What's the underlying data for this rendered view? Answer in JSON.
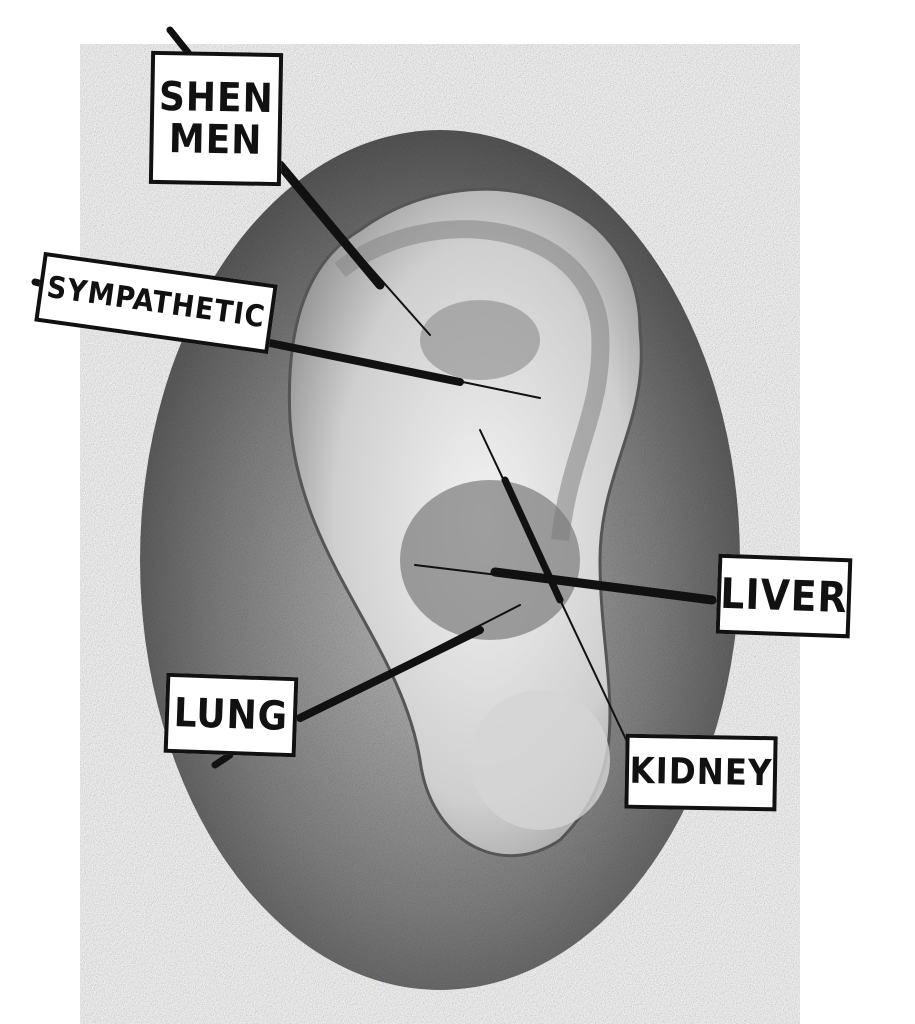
{
  "illustration": {
    "subject": "Pencil drawing of a human ear with acupuncture needles",
    "labels": [
      {
        "id": "shen-men",
        "text": "SHEN\nMEN"
      },
      {
        "id": "sympathetic",
        "text": "SYMPATHETIC"
      },
      {
        "id": "liver",
        "text": "LIVER"
      },
      {
        "id": "lung",
        "text": "LUNG"
      },
      {
        "id": "kidney",
        "text": "KIDNEY"
      }
    ],
    "colors": {
      "ink": "#111111",
      "paper": "#ffffff",
      "graphite": "#555555"
    }
  }
}
